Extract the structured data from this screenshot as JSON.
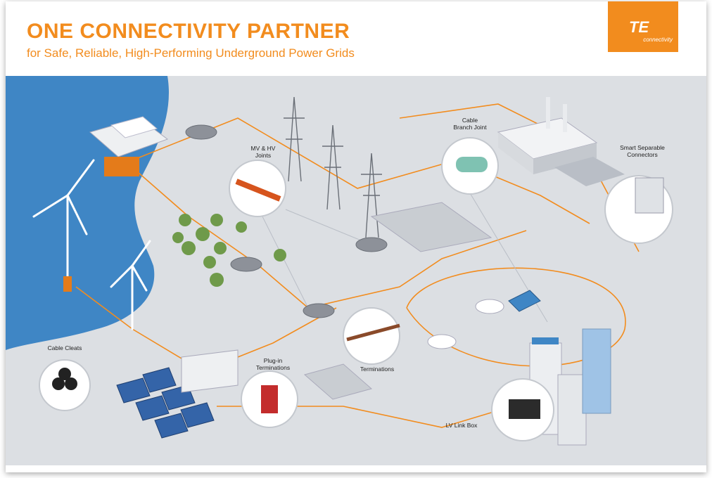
{
  "header": {
    "title": "ONE CONNECTIVITY PARTNER",
    "subtitle": "for Safe, Reliable, High-Performing Underground Power Grids"
  },
  "logo": {
    "mark": "TE",
    "text": "connectivity"
  },
  "callouts": {
    "mv_hv_line1": "MV & HV",
    "mv_hv_line2": "Joints",
    "cable_branch_line1": "Cable",
    "cable_branch_line2": "Branch Joint",
    "smart_separable_line1": "Smart Separable",
    "smart_separable_line2": "Connectors",
    "cable_cleats": "Cable Cleats",
    "plugin_line1": "Plug-in",
    "plugin_line2": "Terminations",
    "terminations": "Terminations",
    "lv_link_box": "LV Link Box"
  },
  "colors": {
    "accent": "#f28c1e",
    "sea": "#3f86c5",
    "ground": "#dcdfe3"
  }
}
